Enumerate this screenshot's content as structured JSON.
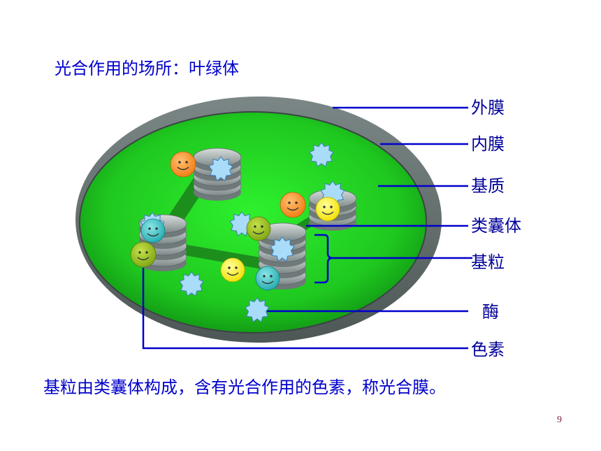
{
  "title": "光合作用的场所：叶绿体",
  "caption": "基粒由类囊体构成，含有光合作用的色素，称光合膜。",
  "page_number": "9",
  "labels": {
    "outer_membrane": "外膜",
    "inner_membrane": "内膜",
    "stroma": "基质",
    "thylakoid": "类囊体",
    "granum": "基粒",
    "enzyme": "酶",
    "pigment": "色素"
  },
  "colors": {
    "text": "#0000cc",
    "leader_line": "#0000cc",
    "outer_membrane": "#5f6a69",
    "stroma": "#22c822",
    "page_number": "#7a1f3d"
  }
}
